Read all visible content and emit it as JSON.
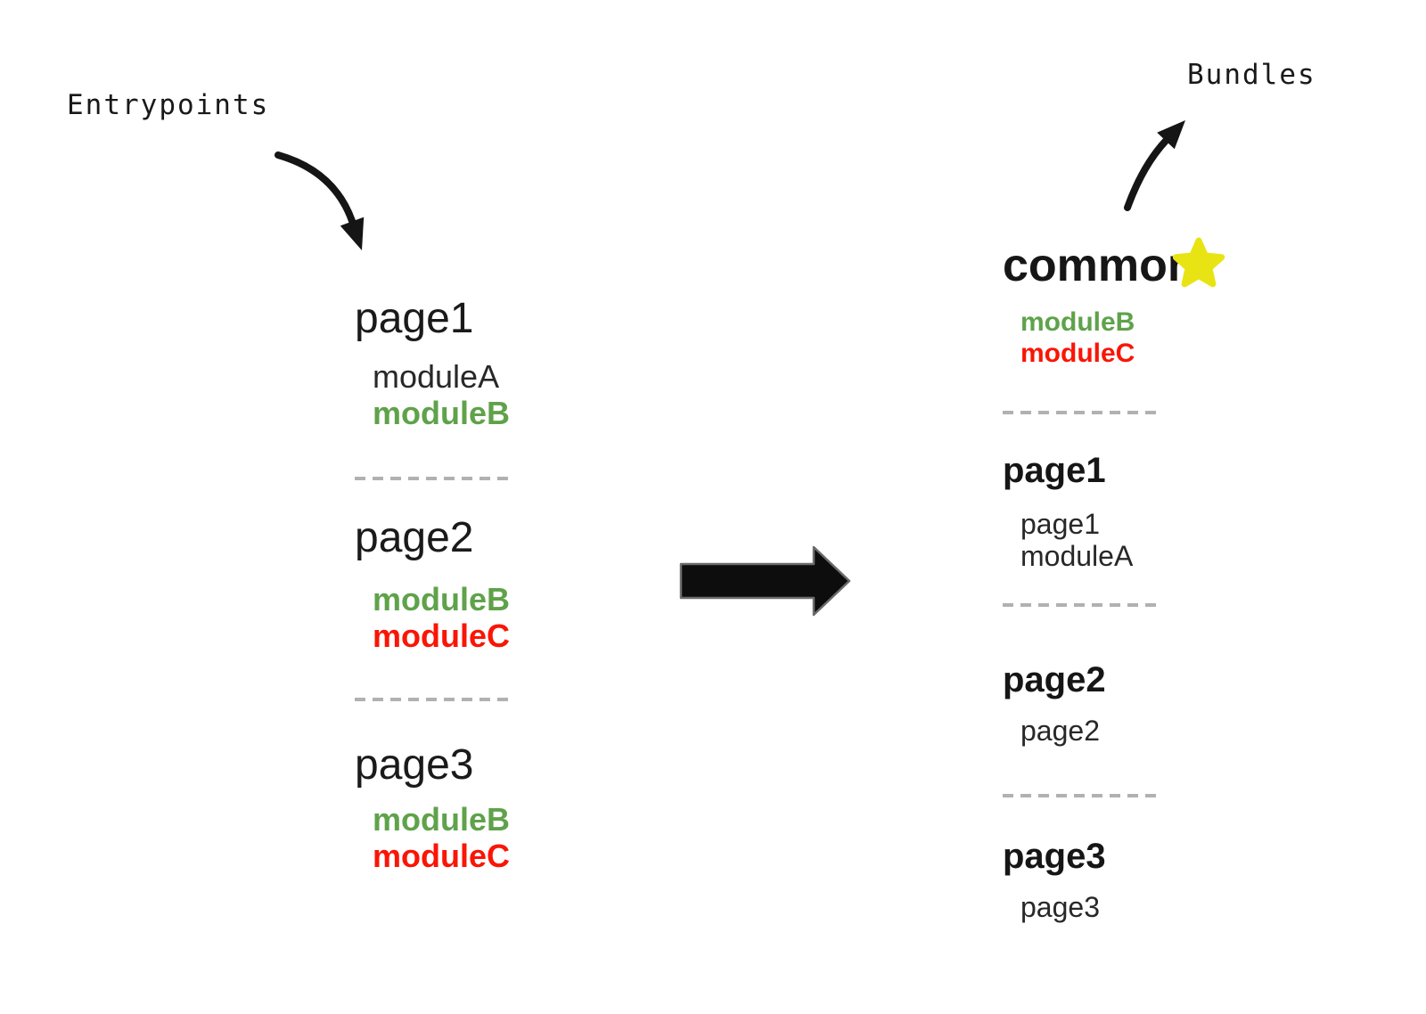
{
  "labels": {
    "entrypoints": "Entrypoints",
    "bundles": "Bundles"
  },
  "colors": {
    "text": "#1b1b1b",
    "green": "#5fa24a",
    "red": "#fa1505",
    "star": "#e8e414",
    "dash": "#b1b1b1",
    "arrow": "#151515"
  },
  "icons": {
    "common_bundle": "star-icon",
    "flow": "right-arrow-icon"
  },
  "entrypoints": [
    {
      "name": "page1",
      "modules": [
        {
          "label": "moduleA",
          "tone": "plain"
        },
        {
          "label": "moduleB",
          "tone": "green"
        }
      ]
    },
    {
      "name": "page2",
      "modules": [
        {
          "label": "moduleB",
          "tone": "green"
        },
        {
          "label": "moduleC",
          "tone": "red"
        }
      ]
    },
    {
      "name": "page3",
      "modules": [
        {
          "label": "moduleB",
          "tone": "green"
        },
        {
          "label": "moduleC",
          "tone": "red"
        }
      ]
    }
  ],
  "bundles": [
    {
      "name": "common",
      "icon": "star",
      "modules": [
        {
          "label": "moduleB",
          "tone": "green"
        },
        {
          "label": "moduleC",
          "tone": "red"
        }
      ]
    },
    {
      "name": "page1",
      "modules": [
        {
          "label": "page1",
          "tone": "plain"
        },
        {
          "label": "moduleA",
          "tone": "plain"
        }
      ]
    },
    {
      "name": "page2",
      "modules": [
        {
          "label": "page2",
          "tone": "plain"
        }
      ]
    },
    {
      "name": "page3",
      "modules": [
        {
          "label": "page3",
          "tone": "plain"
        }
      ]
    }
  ]
}
